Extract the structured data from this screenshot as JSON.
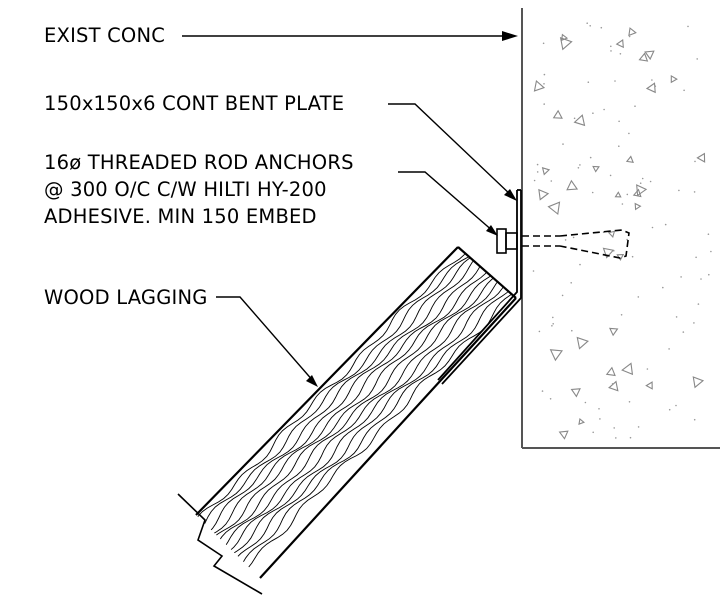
{
  "labels": {
    "concrete": "EXIST CONC",
    "plate": "150x150x6 CONT BENT PLATE",
    "anchors": [
      "16ø THREADED ROD ANCHORS",
      "@ 300 O/C C/W HILTI HY-200",
      "ADHESIVE. MIN 150 EMBED"
    ],
    "lagging": "WOOD LAGGING"
  }
}
